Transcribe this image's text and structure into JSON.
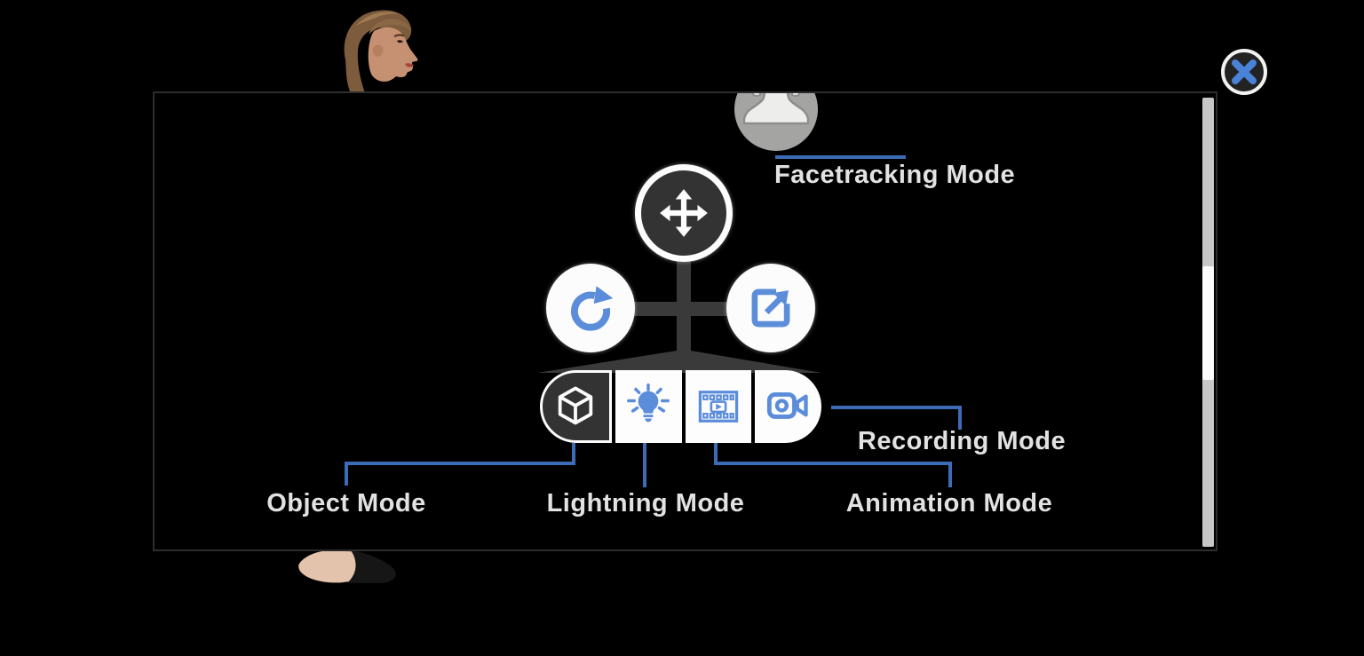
{
  "labels": {
    "facetracking": "Facetracking Mode",
    "object": "Object Mode",
    "lightning": "Lightning Mode",
    "animation": "Animation Mode",
    "recording": "Recording Mode"
  },
  "icons": {
    "close": "close-icon",
    "facetracking": "person-silhouette-icon",
    "move": "move-arrows-icon",
    "rotate": "rotate-arrow-icon",
    "scale": "scale-arrow-icon",
    "object": "cube-icon",
    "lightning": "lightbulb-icon",
    "animation": "filmstrip-play-icon",
    "recording": "video-camera-icon"
  },
  "colors": {
    "background": "#000000",
    "panel_border": "#2d2d2d",
    "accent_icon_blue": "#5b8dda",
    "connector_line_blue": "#3d6cb6",
    "label_text": "#e2e2e2",
    "gizmo_dark": "#3a3a3a",
    "circle_gray": "#a4a4a2",
    "scrollbar_track": "#c7c7c7",
    "scrollbar_thumb": "#fbfbfb"
  },
  "scene": {
    "avatar": "3d-female-character"
  }
}
